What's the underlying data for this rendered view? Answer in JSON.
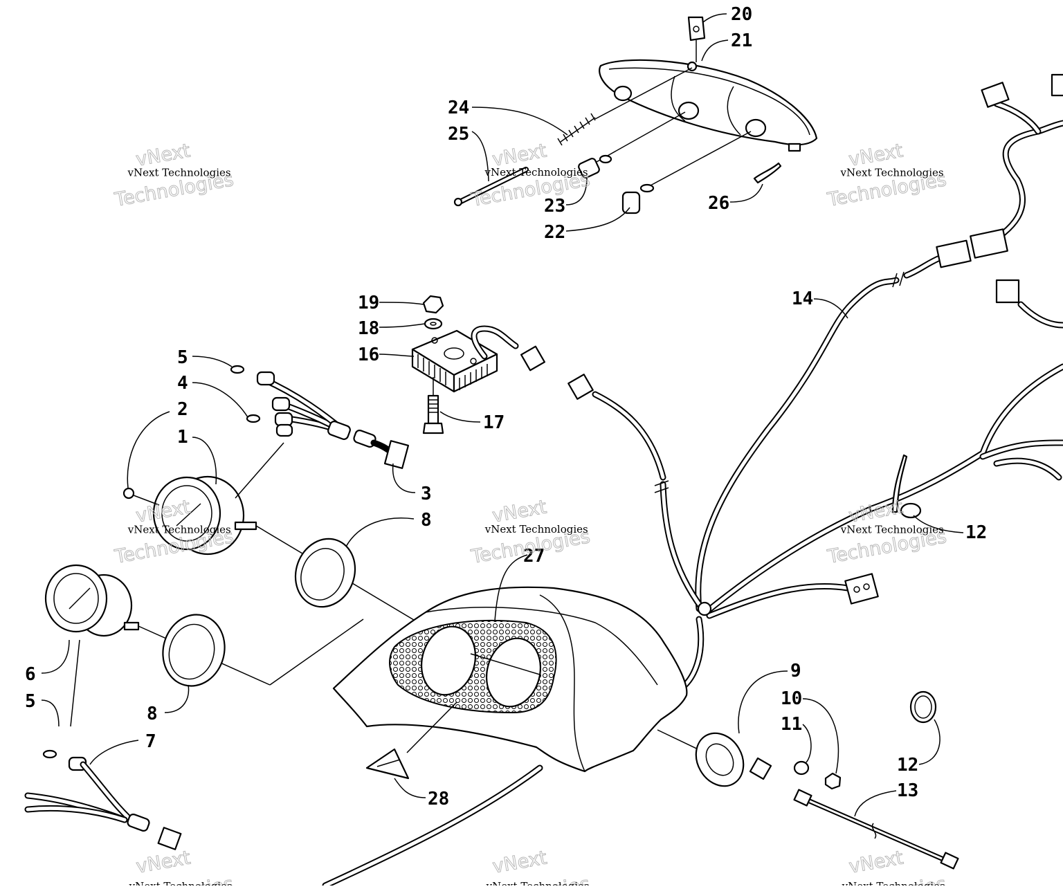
{
  "watermark": {
    "small": "vNext Technologies",
    "big_top": "vNext",
    "big_bottom": "Technologies"
  },
  "callouts": [
    "1",
    "2",
    "3",
    "4",
    "5",
    "5",
    "6",
    "7",
    "8",
    "8",
    "9",
    "10",
    "11",
    "12",
    "12",
    "13",
    "14",
    "16",
    "17",
    "18",
    "19",
    "20",
    "21",
    "22",
    "23",
    "24",
    "25",
    "26",
    "27",
    "28"
  ]
}
